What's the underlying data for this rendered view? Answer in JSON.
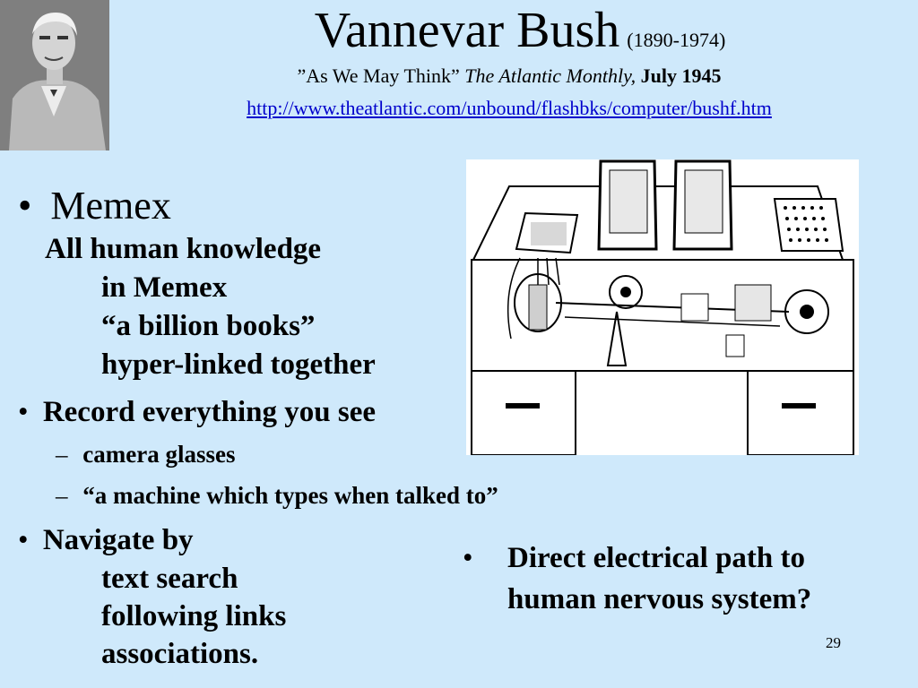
{
  "header": {
    "title": "Vannevar Bush",
    "years": "(1890-1974)",
    "article_quote": "”As We May Think”",
    "publication": "The Atlantic Monthly,",
    "date": "July 1945",
    "url": "http://www.theatlantic.com/unbound/flashbks/computer/bushf.htm"
  },
  "bullets": {
    "memex": {
      "bullet": "•",
      "label": "Memex",
      "lines": [
        "All human knowledge",
        "in Memex",
        "“a billion books”",
        "hyper-linked together"
      ]
    },
    "record": {
      "bullet": "•",
      "label": "Record everything you see",
      "sub": [
        {
          "dash": "–",
          "text": "camera glasses"
        },
        {
          "dash": "–",
          "text": "“a machine which types when talked to”"
        }
      ]
    },
    "navigate": {
      "bullet": "•",
      "label": "Navigate by",
      "lines": [
        "text search",
        "following links",
        "associations."
      ]
    },
    "direct": {
      "bullet": "•",
      "lines": [
        "Direct electrical path to",
        "human nervous system?"
      ]
    }
  },
  "slide_number": "29",
  "colors": {
    "background": "#cfe9fb",
    "link": "#0000cc"
  }
}
